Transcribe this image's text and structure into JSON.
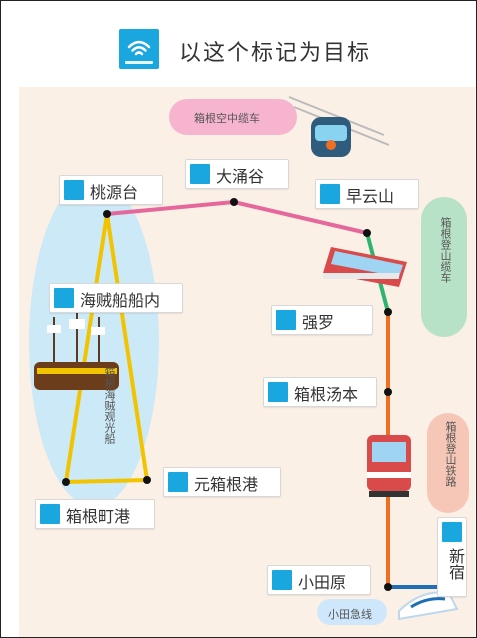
{
  "header": {
    "title": "以这个标记为目标",
    "badge_text": "wifi-icon"
  },
  "map": {
    "stations": {
      "taoyuandai": "桃源台",
      "owakudani": "大涌谷",
      "sounzan": "早云山",
      "pirate_ship_inside": "海贼船船内",
      "gora": "强罗",
      "hakone_yumoto": "箱根汤本",
      "motohakone": "元箱根港",
      "hakone_machi": "箱根町港",
      "odawara": "小田原",
      "shinjuku": "新宿"
    },
    "labels": {
      "ropeway": "箱根空中缆车",
      "cable_car": "箱根登山缆车",
      "pirate_ship": "箱根海贼观光船",
      "railway": "箱根登山铁路",
      "odakyu": "小田急线"
    },
    "colors": {
      "ropeway_line": "#e5679c",
      "cable_line": "#2db56f",
      "railway_line": "#ef6f22",
      "ship_line": "#f2c400",
      "odakyu_line": "#1e6fb6",
      "wifi_blue": "#1aa7e0"
    }
  }
}
